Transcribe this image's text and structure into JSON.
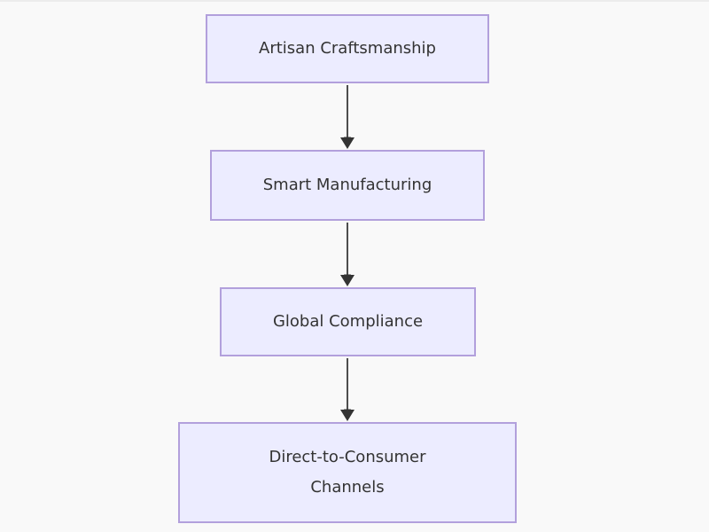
{
  "diagram": {
    "type": "flowchart",
    "direction": "top-down",
    "nodes": [
      {
        "id": "artisan-craftsmanship",
        "label": "Artisan Craftsmanship"
      },
      {
        "id": "smart-manufacturing",
        "label": "Smart Manufacturing"
      },
      {
        "id": "global-compliance",
        "label": "Global Compliance"
      },
      {
        "id": "direct-to-consumer-channels",
        "label": "Direct-to-Consumer Channels"
      }
    ],
    "edges": [
      {
        "from": "artisan-craftsmanship",
        "to": "smart-manufacturing"
      },
      {
        "from": "smart-manufacturing",
        "to": "global-compliance"
      },
      {
        "from": "global-compliance",
        "to": "direct-to-consumer-channels"
      }
    ]
  },
  "theme": {
    "background": "#f9f9f9",
    "node_fill": "#ececff",
    "node_border": "#b2a0dc",
    "text_color": "#333333",
    "edge_color": "#4d4d4d",
    "arrowhead_color": "#333333"
  }
}
